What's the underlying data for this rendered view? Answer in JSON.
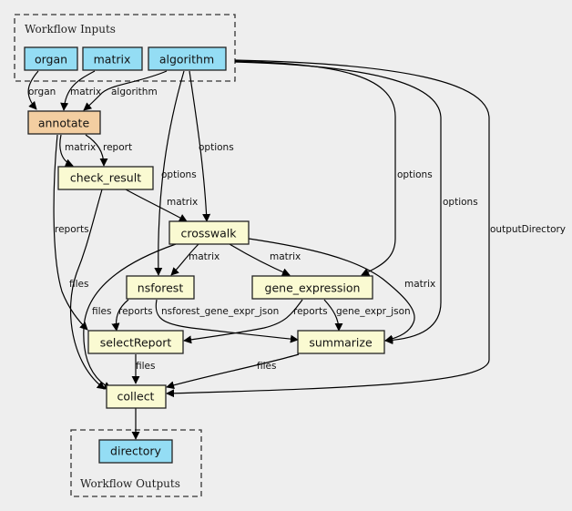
{
  "diagram": {
    "type": "workflow-graph",
    "colors": {
      "background": "#eeeeee",
      "input_output_node": "#94ddf4",
      "entry_step_node": "#f3cea1",
      "step_node": "#fafad2",
      "border": "#222222"
    },
    "clusters": {
      "inputs": {
        "label": "Workflow Inputs"
      },
      "outputs": {
        "label": "Workflow Outputs"
      }
    },
    "nodes": {
      "organ": {
        "label": "organ",
        "kind": "input"
      },
      "matrix": {
        "label": "matrix",
        "kind": "input"
      },
      "algorithm": {
        "label": "algorithm",
        "kind": "input"
      },
      "annotate": {
        "label": "annotate",
        "kind": "entry-step"
      },
      "check_result": {
        "label": "check_result",
        "kind": "step"
      },
      "crosswalk": {
        "label": "crosswalk",
        "kind": "step"
      },
      "nsforest": {
        "label": "nsforest",
        "kind": "step"
      },
      "gene_expression": {
        "label": "gene_expression",
        "kind": "step"
      },
      "selectReport": {
        "label": "selectReport",
        "kind": "step"
      },
      "summarize": {
        "label": "summarize",
        "kind": "step"
      },
      "collect": {
        "label": "collect",
        "kind": "step"
      },
      "directory": {
        "label": "directory",
        "kind": "output"
      }
    },
    "edges": [
      {
        "from": "organ",
        "to": "annotate",
        "label": "organ"
      },
      {
        "from": "matrix",
        "to": "annotate",
        "label": "matrix"
      },
      {
        "from": "algorithm",
        "to": "annotate",
        "label": "algorithm"
      },
      {
        "from": "annotate",
        "to": "check_result",
        "label": "matrix"
      },
      {
        "from": "annotate",
        "to": "check_result",
        "label": "report"
      },
      {
        "from": "annotate",
        "to": "selectReport",
        "label": "reports"
      },
      {
        "from": "algorithm",
        "to": "nsforest",
        "label": "options"
      },
      {
        "from": "algorithm",
        "to": "crosswalk",
        "label": "options"
      },
      {
        "from": "algorithm",
        "to": "gene_expression",
        "label": "options"
      },
      {
        "from": "algorithm",
        "to": "summarize",
        "label": "options"
      },
      {
        "from": "algorithm",
        "to": "collect",
        "label": "outputDirectory"
      },
      {
        "from": "check_result",
        "to": "crosswalk",
        "label": "matrix"
      },
      {
        "from": "check_result",
        "to": "collect",
        "label": "files"
      },
      {
        "from": "crosswalk",
        "to": "nsforest",
        "label": "matrix"
      },
      {
        "from": "crosswalk",
        "to": "gene_expression",
        "label": "matrix"
      },
      {
        "from": "crosswalk",
        "to": "summarize",
        "label": "matrix"
      },
      {
        "from": "crosswalk",
        "to": "collect",
        "label": "files"
      },
      {
        "from": "nsforest",
        "to": "selectReport",
        "label": "reports"
      },
      {
        "from": "nsforest",
        "to": "summarize",
        "label": "nsforest_gene_expr_json"
      },
      {
        "from": "gene_expression",
        "to": "selectReport",
        "label": "reports"
      },
      {
        "from": "gene_expression",
        "to": "summarize",
        "label": "gene_expr_json"
      },
      {
        "from": "selectReport",
        "to": "collect",
        "label": "files"
      },
      {
        "from": "summarize",
        "to": "collect",
        "label": "files"
      },
      {
        "from": "collect",
        "to": "directory",
        "label": ""
      }
    ]
  }
}
